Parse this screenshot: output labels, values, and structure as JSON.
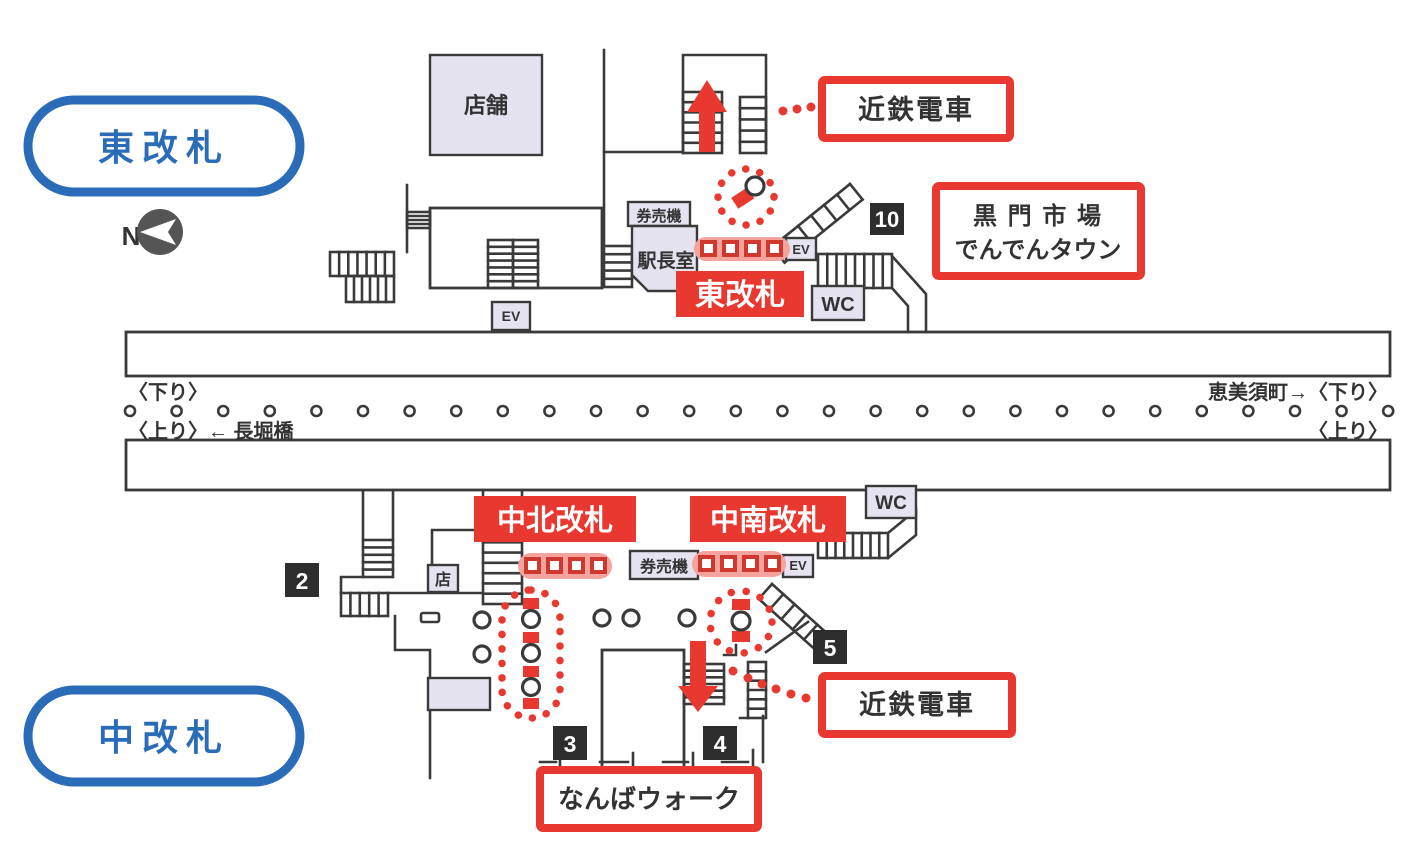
{
  "pills": {
    "east": "東改札",
    "middle": "中改札"
  },
  "compass": {
    "label": "N"
  },
  "gate_labels": {
    "east": "東改札",
    "mid_north": "中北改札",
    "mid_south": "中南改札"
  },
  "red_boxes": {
    "kintetsu_top": "近鉄電車",
    "kintetsu_bottom": "近鉄電車",
    "kuromon_line1": "黒 門 市 場",
    "kuromon_line2": "でんでんタウン",
    "namba_walk": "なんばウォーク"
  },
  "rooms": {
    "shop_large": "店舗",
    "shop_small": "店",
    "ticket_top": "券売機",
    "ticket_mid": "券売機",
    "office": "駅長室",
    "ev_top": "EV",
    "ev_concourse": "EV",
    "ev_mid": "EV",
    "wc_top": "WC",
    "wc_mid": "WC"
  },
  "platform": {
    "down_left": "〈下り〉",
    "up_left": "〈上り〉← 長堀橋",
    "down_right": "恵美須町→〈下り〉",
    "up_right": "〈上り〉"
  },
  "exits": {
    "e2": "2",
    "e3": "3",
    "e4": "4",
    "e5": "5",
    "e10": "10"
  },
  "colors": {
    "red": "#e8382f",
    "blue": "#2b6cb8",
    "wall": "#3a3a3a",
    "lavender": "#e4e3ef",
    "pink": "#f4a39d",
    "dark_square": "#2d2d2d"
  }
}
